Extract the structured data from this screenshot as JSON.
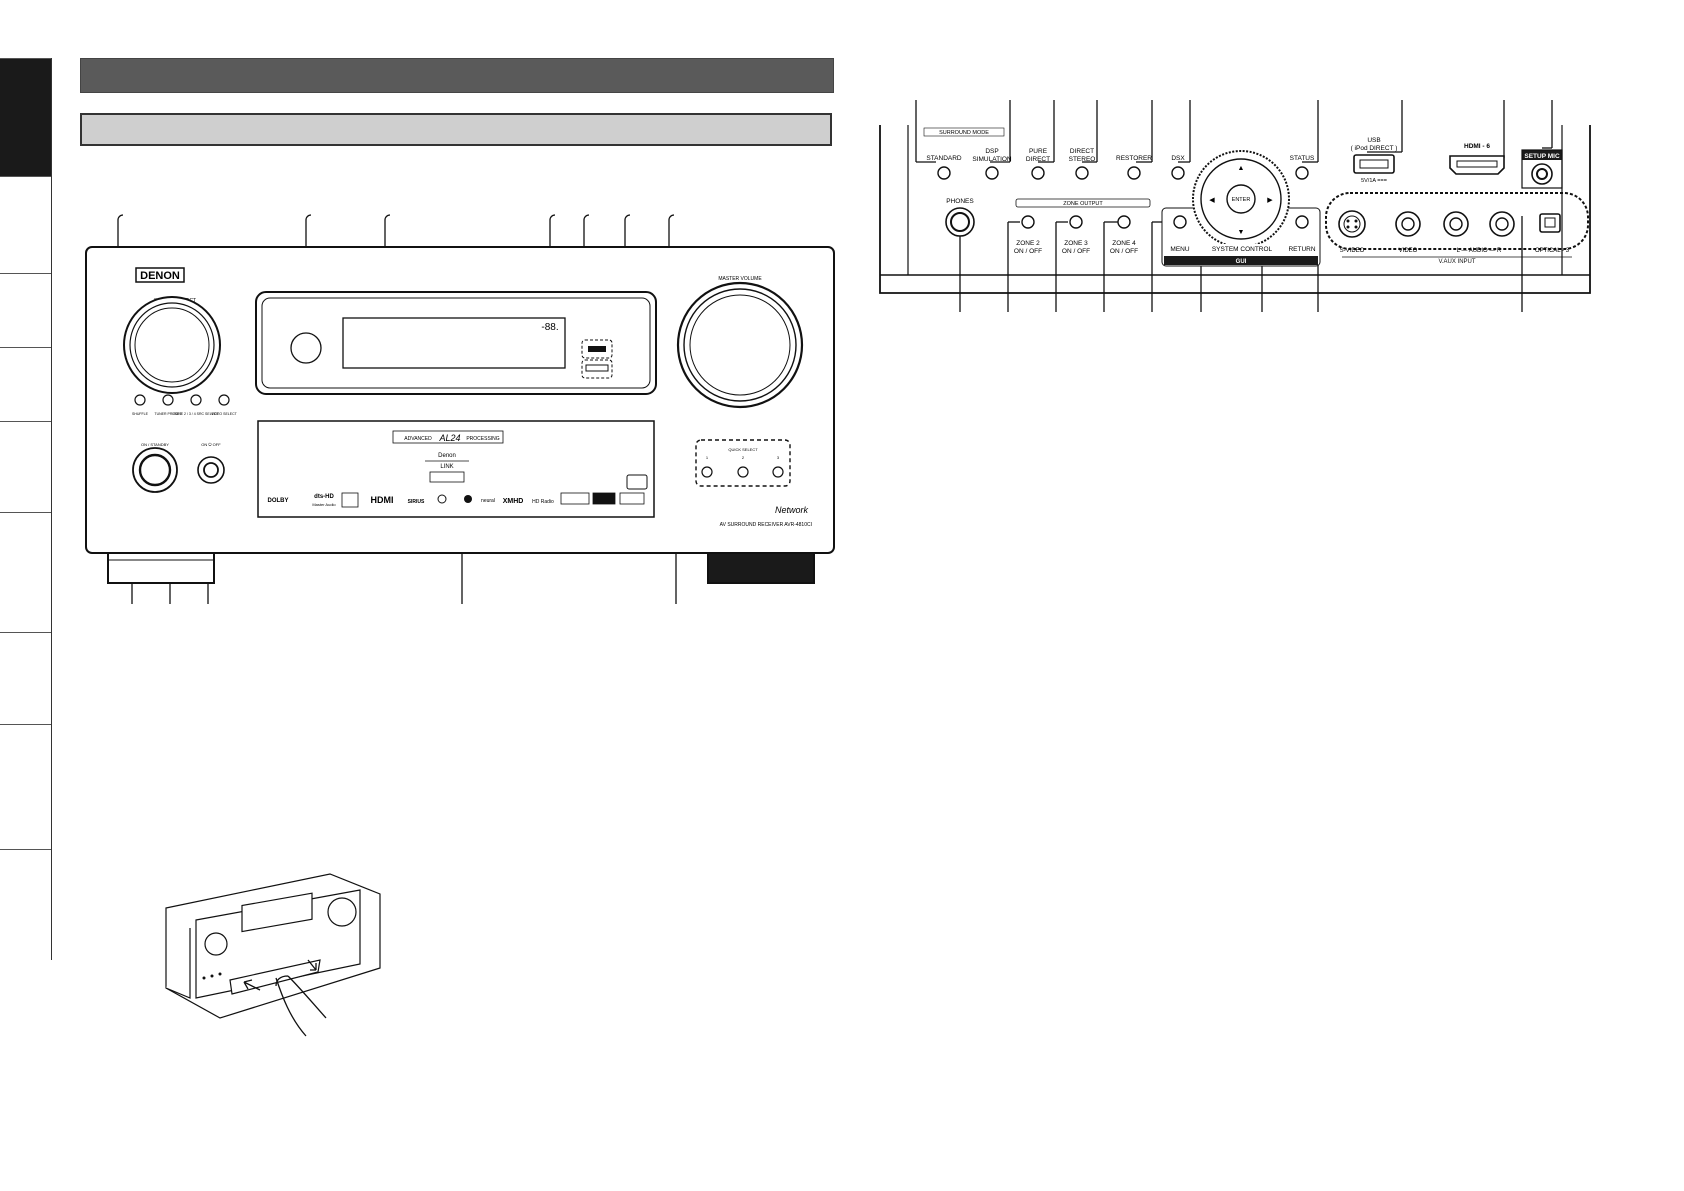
{
  "front_panel": {
    "brand": "DENON",
    "source_select": "SOURCE SELECT",
    "master_volume": "MASTER VOLUME",
    "on_standby": "ON / STANDBY",
    "on_off": "ON ⏻ OFF",
    "small_buttons": [
      "SHUFFLE",
      "TUNER PRESET",
      "ZONE 2 / 3 / 4 SRC SELECT",
      "VIDEO SELECT"
    ],
    "quick_select": "QUICK SELECT",
    "quick_numbers": [
      "1",
      "2",
      "3"
    ],
    "advanced": "ADVANCED",
    "processing": "PROCESSING",
    "al24": "AL24",
    "denon_link_1": "Denon",
    "denon_link_2": "LINK",
    "dolby": "DOLBY",
    "dts": "dts-HD",
    "dts_sub": "Master Audio",
    "hdmi": "HDMI",
    "sirius": "SIRIUS",
    "neural": "neural",
    "xmhd": "XMHD",
    "hd_radio": "HD Radio",
    "network": "Network",
    "model": "AV SURROUND RECEIVER AVR-4810CI"
  },
  "sub_panel": {
    "surround_mode": "SURROUND MODE",
    "standard": "STANDARD",
    "dsp_1": "DSP",
    "dsp_2": "SIMULATION",
    "pure_1": "PURE",
    "pure_2": "DIRECT",
    "direct_1": "DIRECT",
    "direct_2": "STEREO",
    "restorer": "RESTORER",
    "dsx": "DSX",
    "status": "STATUS",
    "usb_1": "USB",
    "usb_2": "( iPod DIRECT )",
    "usb_3": "5V/1A ===",
    "hdmi6": "HDMI - 6",
    "setup_mic": "SETUP MIC",
    "phones": "PHONES",
    "zone_output": "ZONE OUTPUT",
    "zone2_1": "ZONE 2",
    "zone2_2": "ON / OFF",
    "zone3_1": "ZONE 3",
    "zone3_2": "ON / OFF",
    "zone4_1": "ZONE 4",
    "zone4_2": "ON / OFF",
    "enter": "ENTER",
    "menu": "MENU",
    "system_control": "SYSTEM CONTROL",
    "gui": "GUI",
    "return": "RETURN",
    "svideo": "S-VIDEO",
    "video": "VIDEO",
    "audio": "L — AUDIO — R",
    "optical": "OPTICAL - 3",
    "v_aux_input": "V.AUX INPUT"
  }
}
